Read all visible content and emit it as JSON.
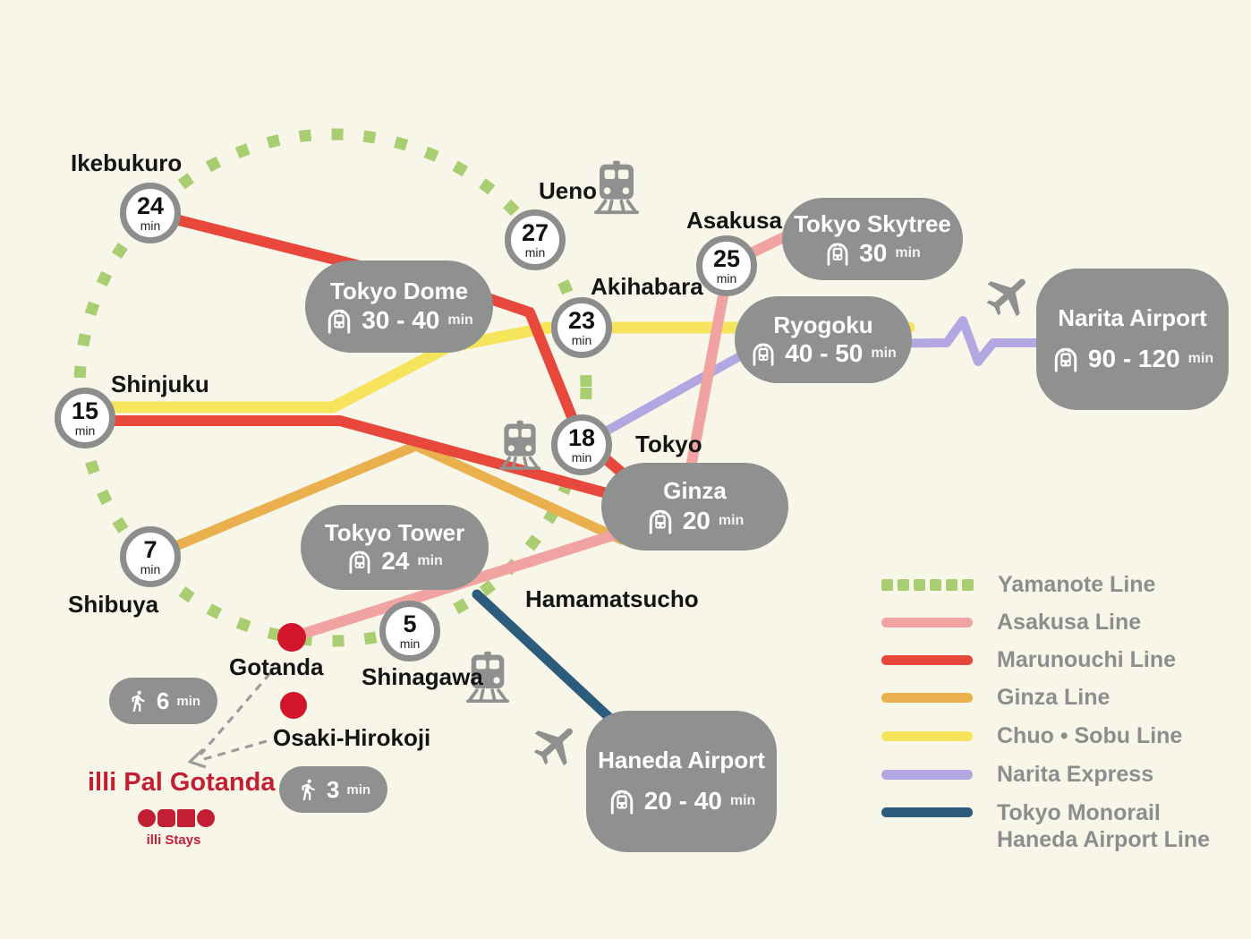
{
  "stations": {
    "ikebukuro": {
      "name": "Ikebukuro",
      "time": "24",
      "unit": "min"
    },
    "ueno": {
      "name": "Ueno",
      "time": "27",
      "unit": "min"
    },
    "akihabara": {
      "name": "Akihabara",
      "time": "23",
      "unit": "min"
    },
    "tokyo": {
      "name": "Tokyo",
      "time": "18",
      "unit": "min"
    },
    "asakusa": {
      "name": "Asakusa",
      "time": "25",
      "unit": "min"
    },
    "shinjuku": {
      "name": "Shinjuku",
      "time": "15",
      "unit": "min"
    },
    "shibuya": {
      "name": "Shibuya",
      "time": "7",
      "unit": "min"
    },
    "shinagawa": {
      "name": "Shinagawa",
      "time": "5",
      "unit": "min"
    },
    "gotanda": {
      "name": "Gotanda"
    },
    "osaki_hirokoji": {
      "name": "Osaki-Hirokoji"
    },
    "hamamatsucho": {
      "name": "Hamamatsucho"
    }
  },
  "destinations": {
    "tokyo_dome": {
      "name": "Tokyo Dome",
      "time": "30 - 40",
      "unit": "min"
    },
    "tokyo_skytree": {
      "name": "Tokyo Skytree",
      "time": "30",
      "unit": "min"
    },
    "ryogoku": {
      "name": "Ryogoku",
      "time": "40 - 50",
      "unit": "min"
    },
    "narita_airport": {
      "name": "Narita Airport",
      "time": "90 - 120",
      "unit": "min"
    },
    "ginza": {
      "name": "Ginza",
      "time": "20",
      "unit": "min"
    },
    "tokyo_tower": {
      "name": "Tokyo Tower",
      "time": "24",
      "unit": "min"
    },
    "haneda_airport": {
      "name": "Haneda Airport",
      "time": "20 - 40",
      "unit": "min"
    }
  },
  "walk": {
    "from_gotanda": {
      "time": "6",
      "unit": "min"
    },
    "from_osaki_hirokoji": {
      "time": "3",
      "unit": "min"
    }
  },
  "hotel": {
    "name": "illi Pal Gotanda",
    "brand": "illi Stays"
  },
  "legend": {
    "yamanote": "Yamanote Line",
    "asakusa": "Asakusa Line",
    "marunouchi": "Marunouchi Line",
    "ginza": "Ginza Line",
    "chuo_sobu": "Chuo • Sobu Line",
    "narita_express": "Narita Express",
    "monorail_line1": "Tokyo Monorail",
    "monorail_line2": "Haneda Airport  Line"
  },
  "colors": {
    "background": "#f8f6e9",
    "yamanote_green": "#a9ce72",
    "asakusa_pink": "#f1a3a2",
    "marunouchi_red": "#e8473b",
    "ginza_orange": "#eab04e",
    "chuo_sobu_yellow": "#f6e55c",
    "narita_express_purple": "#b3a7e2",
    "monorail_navy": "#2d5b7b",
    "box_gray": "#8f9190",
    "brand_red": "#c31f34",
    "station_dot_red": "#d2152b"
  }
}
